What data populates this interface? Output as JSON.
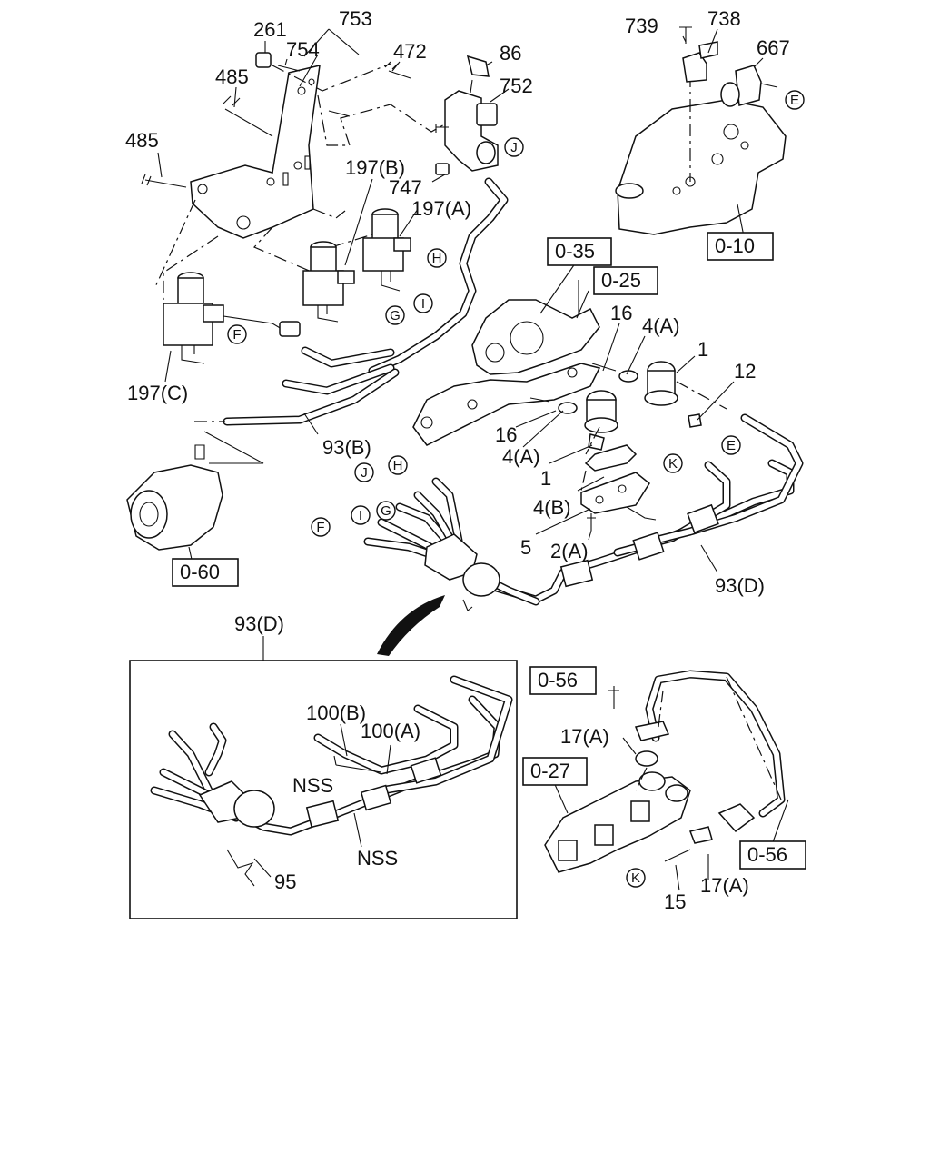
{
  "callouts": {
    "c753": "753",
    "c261": "261",
    "c754": "754",
    "c472": "472",
    "c86": "86",
    "c752": "752",
    "c485a": "485",
    "c485b": "485",
    "c739": "739",
    "c738": "738",
    "c667": "667",
    "c197b": "197(B)",
    "c197a": "197(A)",
    "c747": "747",
    "c197c": "197(C)",
    "c93b": "93(B)",
    "c16a": "16",
    "c16b": "16",
    "c4a1": "4(A)",
    "c4a2": "4(A)",
    "c1a": "1",
    "c1b": "1",
    "c12": "12",
    "c4b": "4(B)",
    "c5": "5",
    "c2a": "2(A)",
    "c93d_main": "93(D)",
    "c93d_inset": "93(D)",
    "c100b": "100(B)",
    "c100a": "100(A)",
    "cnss1": "NSS",
    "cnss2": "NSS",
    "c95": "95",
    "c17a1": "17(A)",
    "c17a2": "17(A)",
    "c15": "15"
  },
  "refs": {
    "r035": "0-35",
    "r025": "0-25",
    "r010": "0-10",
    "r060": "0-60",
    "r056a": "0-56",
    "r027": "0-27",
    "r056b": "0-56"
  },
  "tags": {
    "E1": "E",
    "E2": "E",
    "F1": "F",
    "F2": "F",
    "G1": "G",
    "G2": "G",
    "H1": "H",
    "H2": "H",
    "I1": "I",
    "I2": "I",
    "J1": "J",
    "J2": "J",
    "K1": "K",
    "K2": "K"
  }
}
